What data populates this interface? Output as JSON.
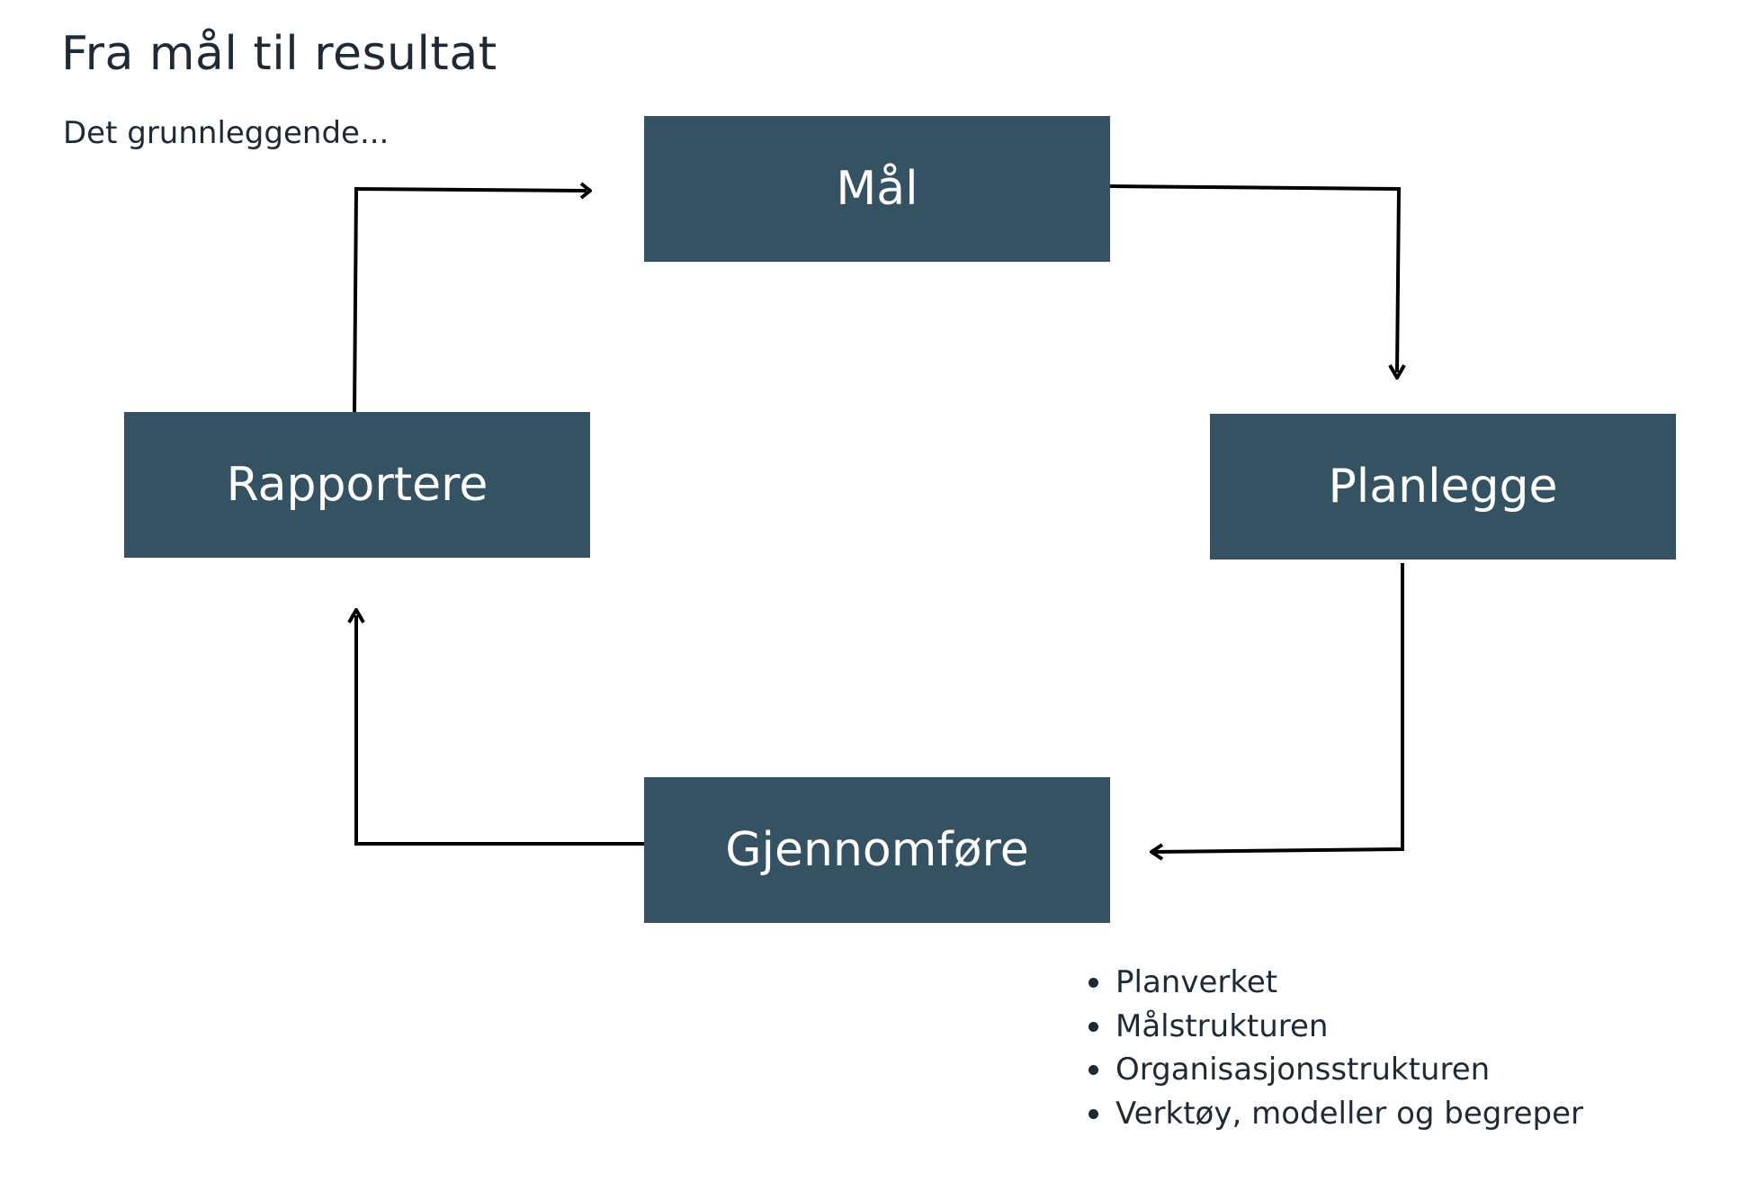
{
  "title": "Fra mål til resultat",
  "subtitle": "Det grunnleggende...",
  "colors": {
    "box_fill": "#345262",
    "box_text": "#ffffff",
    "arrow": "#000000",
    "text": "#1e2b36"
  },
  "nodes": {
    "mal": "Mål",
    "planlegge": "Planlegge",
    "gjennomfore": "Gjennomføre",
    "rapportere": "Rapportere"
  },
  "bullets": [
    "Planverket",
    "Målstrukturen",
    "Organisasjonsstrukturen",
    "Verktøy, modeller og begreper"
  ]
}
